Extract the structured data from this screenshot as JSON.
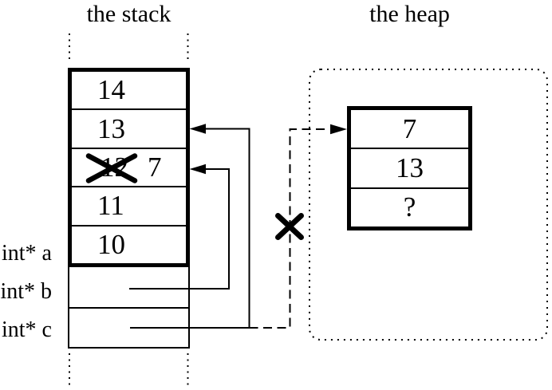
{
  "colors": {
    "ink": "#000000",
    "background": "#ffffff"
  },
  "titles": {
    "stack": "the stack",
    "heap": "the heap"
  },
  "stack": {
    "cells": [
      {
        "value": "14"
      },
      {
        "value": "13"
      },
      {
        "old_value": "12",
        "new_value": "7",
        "crossed_out": true
      },
      {
        "value": "11"
      },
      {
        "value": "10"
      }
    ],
    "pointer_labels": [
      {
        "label": "int* a"
      },
      {
        "label": "int* b"
      },
      {
        "label": "int* c"
      }
    ]
  },
  "heap": {
    "cells": [
      {
        "value": "7"
      },
      {
        "value": "13"
      },
      {
        "value": "?"
      }
    ]
  },
  "connections": {
    "b_pointer": "solid arrow from int* b slot into stack cell holding 7 (12 crossed out)",
    "c_pointer": "solid arrow from int* c slot into stack cell holding 13",
    "dangling_pointer": "dashed arrow into heap cell 7, crossed out with an X"
  }
}
